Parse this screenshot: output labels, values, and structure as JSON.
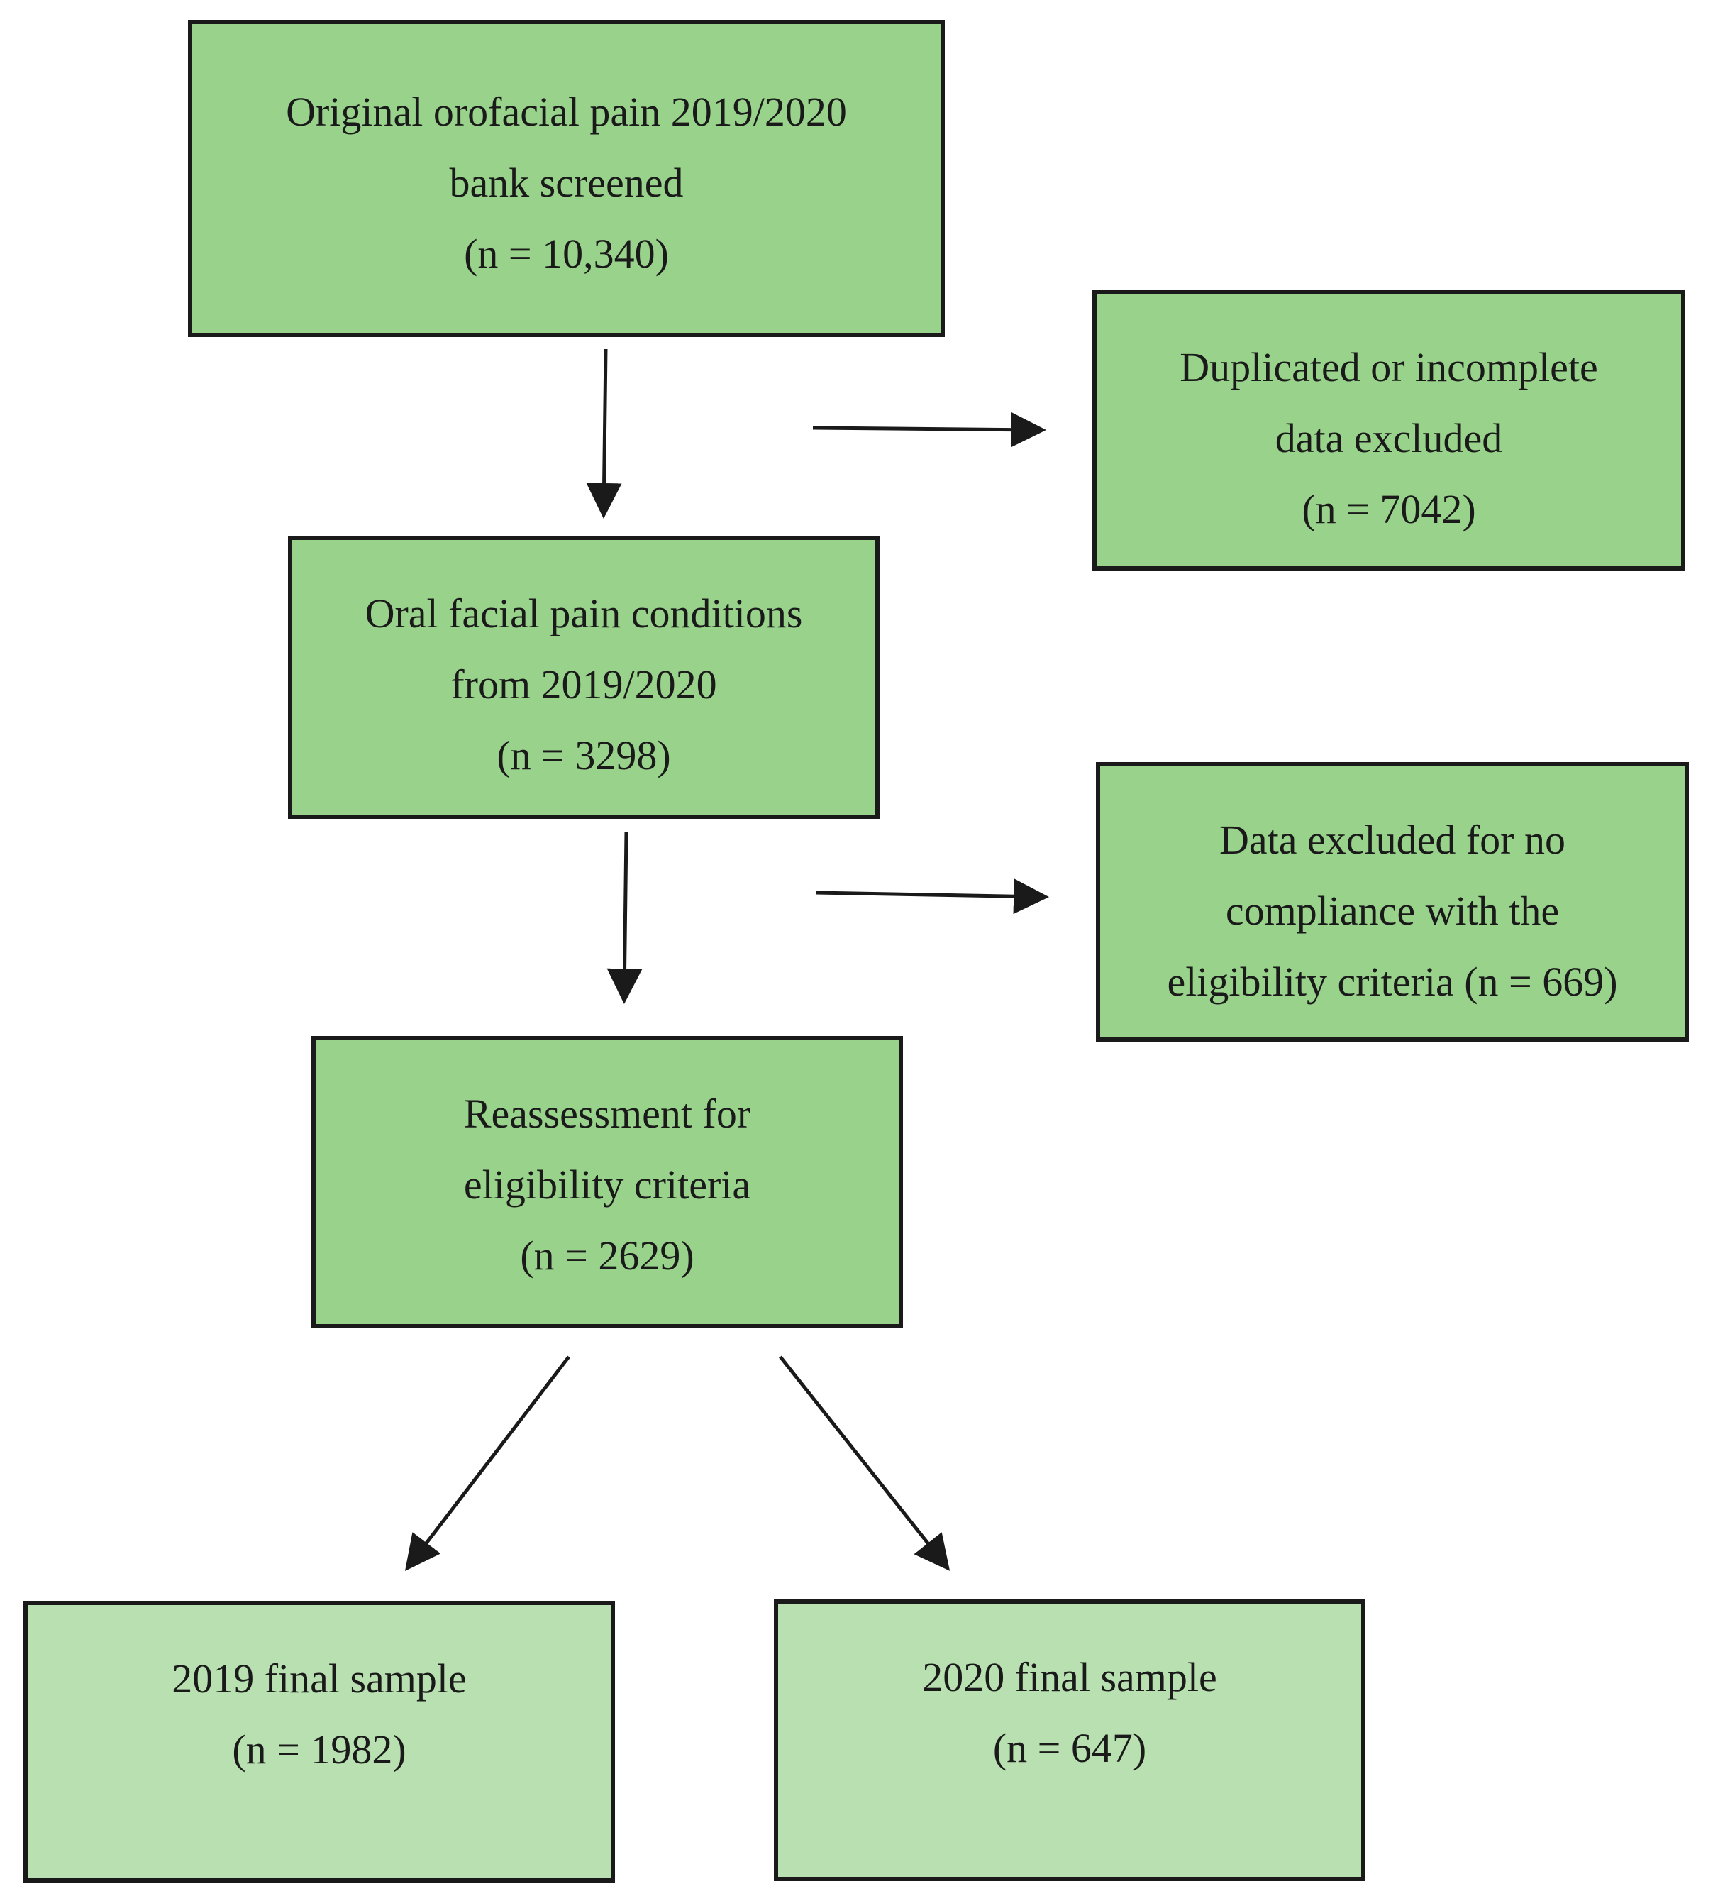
{
  "boxes": {
    "screened": {
      "line1": "Original orofacial pain 2019/2020",
      "line2": "bank screened",
      "count": "(n = 10,340)"
    },
    "excluded_duplicates": {
      "line1": "Duplicated or incomplete",
      "line2": "data excluded",
      "count": "(n = 7042)"
    },
    "conditions": {
      "line1": "Oral facial pain conditions",
      "line2": "from 2019/2020",
      "count": "(n = 3298)"
    },
    "excluded_eligibility": {
      "line1": "Data excluded for no",
      "line2": "compliance with the",
      "line3": "eligibility criteria (n = 669)"
    },
    "reassessment": {
      "line1": "Reassessment for",
      "line2": "eligibility criteria",
      "count": "(n = 2629)"
    },
    "final_2019": {
      "line1": "2019 final sample",
      "count": "(n = 1982)"
    },
    "final_2020": {
      "line1": "2020 final sample",
      "count": "(n = 647)"
    }
  },
  "colors": {
    "box_fill": "#98d28b",
    "final_box_fill": "#b8e0b0",
    "stroke": "#1a1a1a"
  }
}
